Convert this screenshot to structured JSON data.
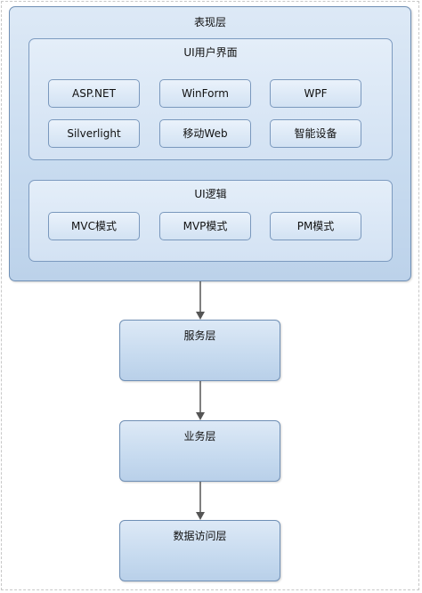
{
  "diagram": {
    "presentation_layer": {
      "title": "表现层",
      "ui_interface": {
        "title": "UI用户界面",
        "items": [
          "ASP.NET",
          "WinForm",
          "WPF",
          "Silverlight",
          "移动Web",
          "智能设备"
        ]
      },
      "ui_logic": {
        "title": "UI逻辑",
        "items": [
          "MVC模式",
          "MVP模式",
          "PM模式"
        ]
      }
    },
    "service_layer": {
      "title": "服务层"
    },
    "business_layer": {
      "title": "业务层"
    },
    "data_access_layer": {
      "title": "数据访问层"
    }
  }
}
